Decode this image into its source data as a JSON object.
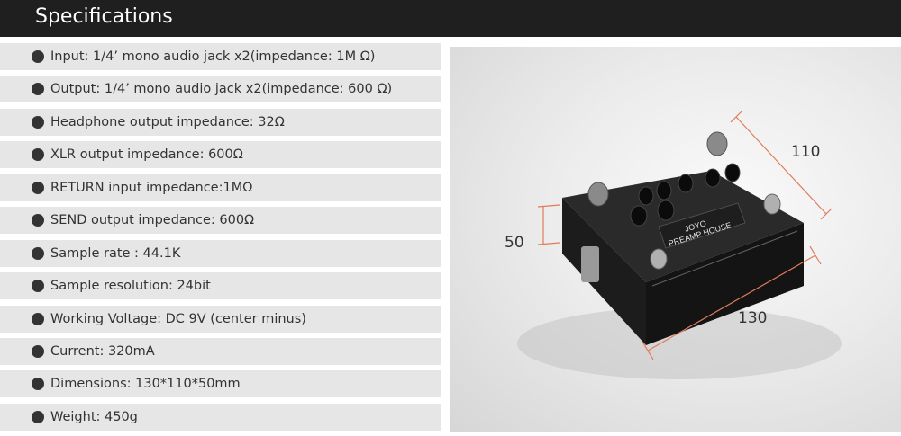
{
  "header": {
    "title": "Specifications"
  },
  "specs": [
    "Input: 1/4’ mono audio jack x2(impedance: 1M Ω)",
    "Output: 1/4’ mono audio jack x2(impedance: 600 Ω)",
    "Headphone output impedance: 32Ω",
    "XLR output impedance: 600Ω",
    "RETURN input impedance:1MΩ",
    "SEND output impedance: 600Ω",
    "Sample rate : 44.1K",
    "Sample resolution: 24bit",
    "Working Voltage: DC 9V (center minus)",
    "Current: 320mA",
    "Dimensions: 130*110*50mm",
    "Weight: 450g"
  ],
  "product": {
    "brand_text": "JOYO",
    "model_text": "PREAMP HOUSE",
    "dimensions": {
      "width": "130",
      "depth": "110",
      "height": "50"
    }
  },
  "colors": {
    "header_bg": "#1f1f1f",
    "row_bg": "#e6e6e6",
    "dimension_line": "#e07b5a"
  }
}
